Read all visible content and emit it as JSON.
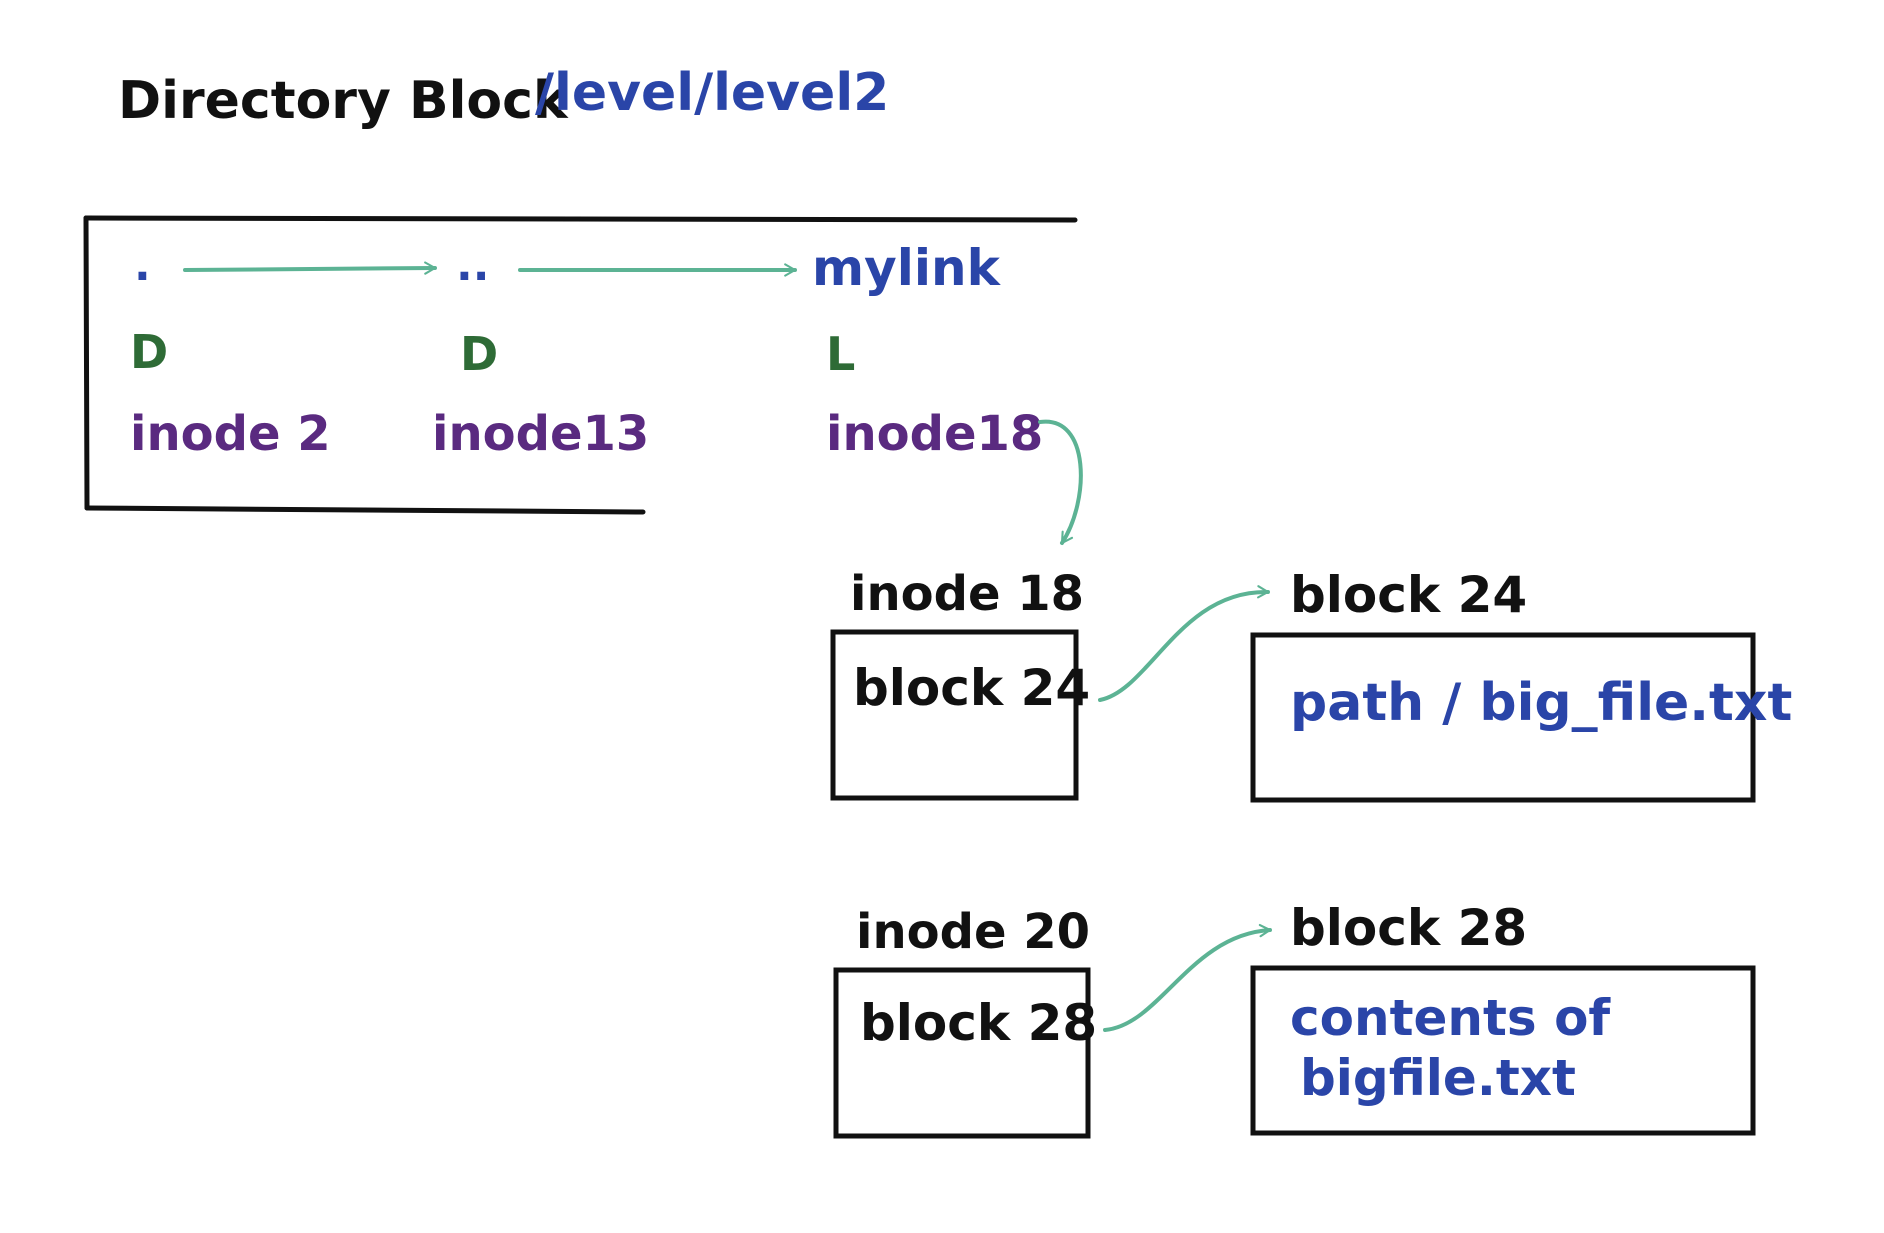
{
  "title": {
    "label": "Directory Block",
    "path": "/level/level2"
  },
  "directory_entries": [
    {
      "name": ".",
      "type": "D",
      "inode": "inode 2"
    },
    {
      "name": "..",
      "type": "D",
      "inode": "inode13"
    },
    {
      "name": "mylink",
      "type": "L",
      "inode": "inode18"
    }
  ],
  "inodes": [
    {
      "label": "inode 18",
      "content": "block 24"
    },
    {
      "label": "inode 20",
      "content": "block 28"
    }
  ],
  "blocks": [
    {
      "label": "block 24",
      "lines": [
        "path / big_file.txt"
      ]
    },
    {
      "label": "block 28",
      "lines": [
        "contents of",
        "bigfile.txt"
      ]
    }
  ],
  "colors": {
    "ink": "#111111",
    "blue": "#2a45a8",
    "green": "#2e6b36",
    "purple": "#5a2a80",
    "arrow": "#5cb394"
  }
}
